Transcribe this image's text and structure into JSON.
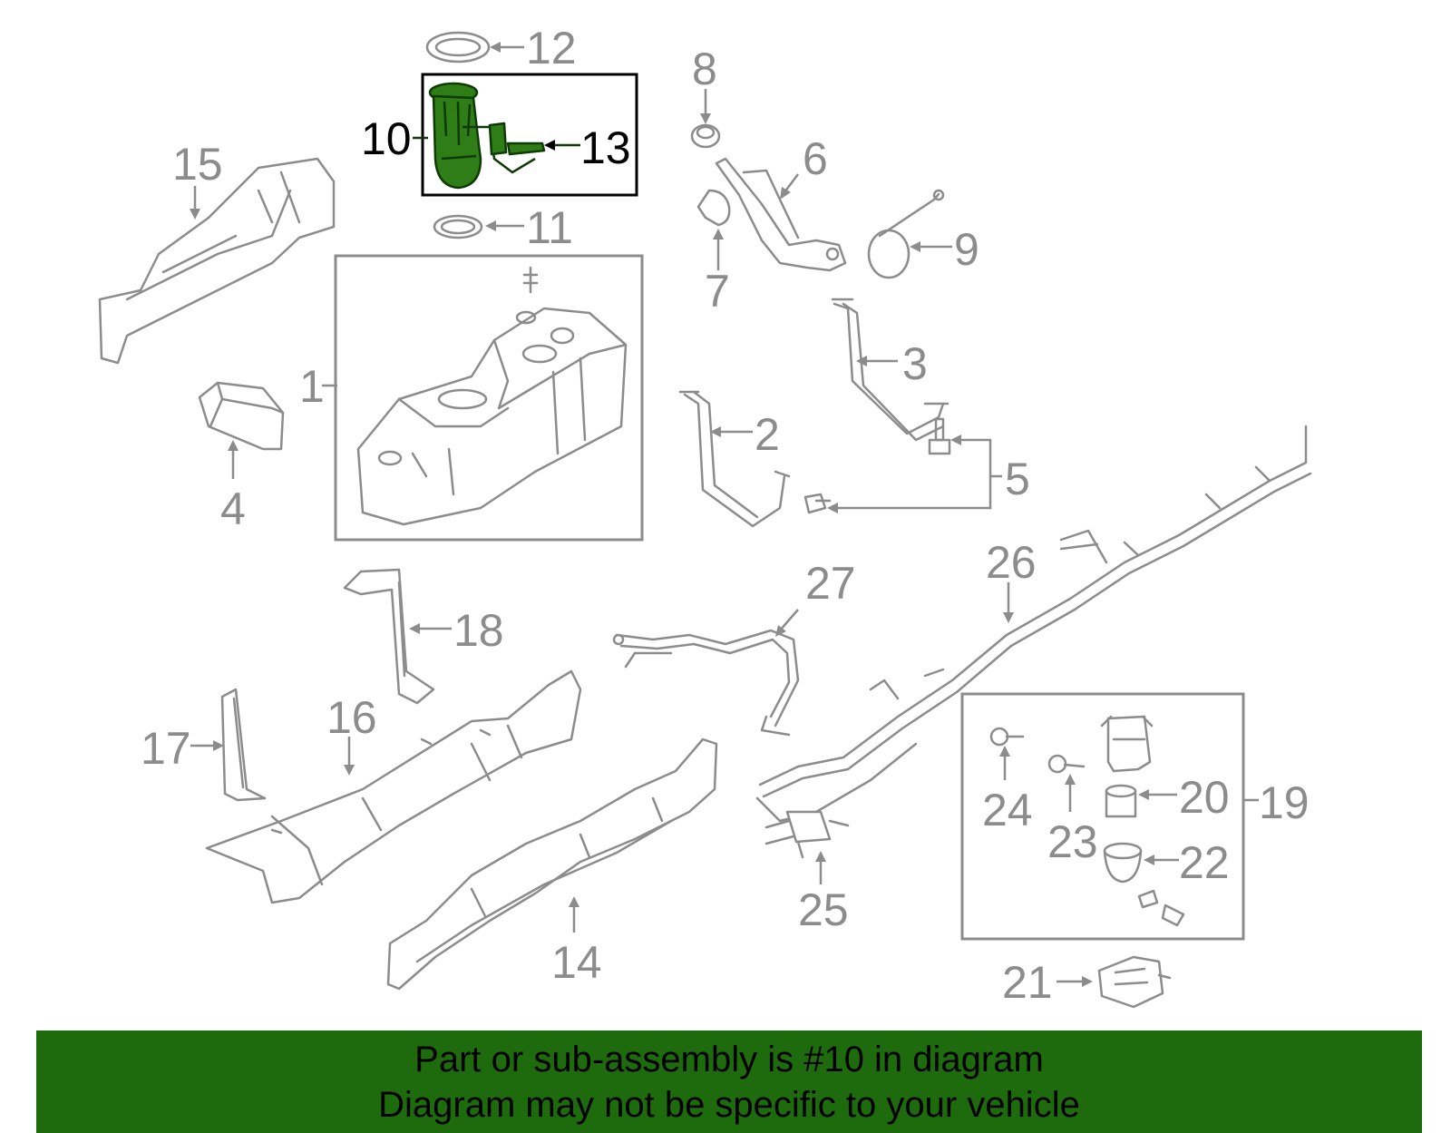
{
  "callouts": {
    "c1": "1",
    "c2": "2",
    "c3": "3",
    "c4": "4",
    "c5": "5",
    "c6": "6",
    "c7": "7",
    "c8": "8",
    "c9": "9",
    "c10": "10",
    "c11": "11",
    "c12": "12",
    "c13": "13",
    "c14": "14",
    "c15": "15",
    "c16": "16",
    "c17": "17",
    "c18": "18",
    "c19": "19",
    "c20": "20",
    "c21": "21",
    "c22": "22",
    "c23": "23",
    "c24": "24",
    "c25": "25",
    "c26": "26",
    "c27": "27"
  },
  "highlighted_part": "10",
  "colors": {
    "highlight": "#2e7d17",
    "banner": "#1e6b0e",
    "linework": "#8c8c8c"
  },
  "banner": {
    "line1": "Part or sub-assembly is #10 in diagram",
    "line2": "Diagram may not be specific to your vehicle"
  }
}
